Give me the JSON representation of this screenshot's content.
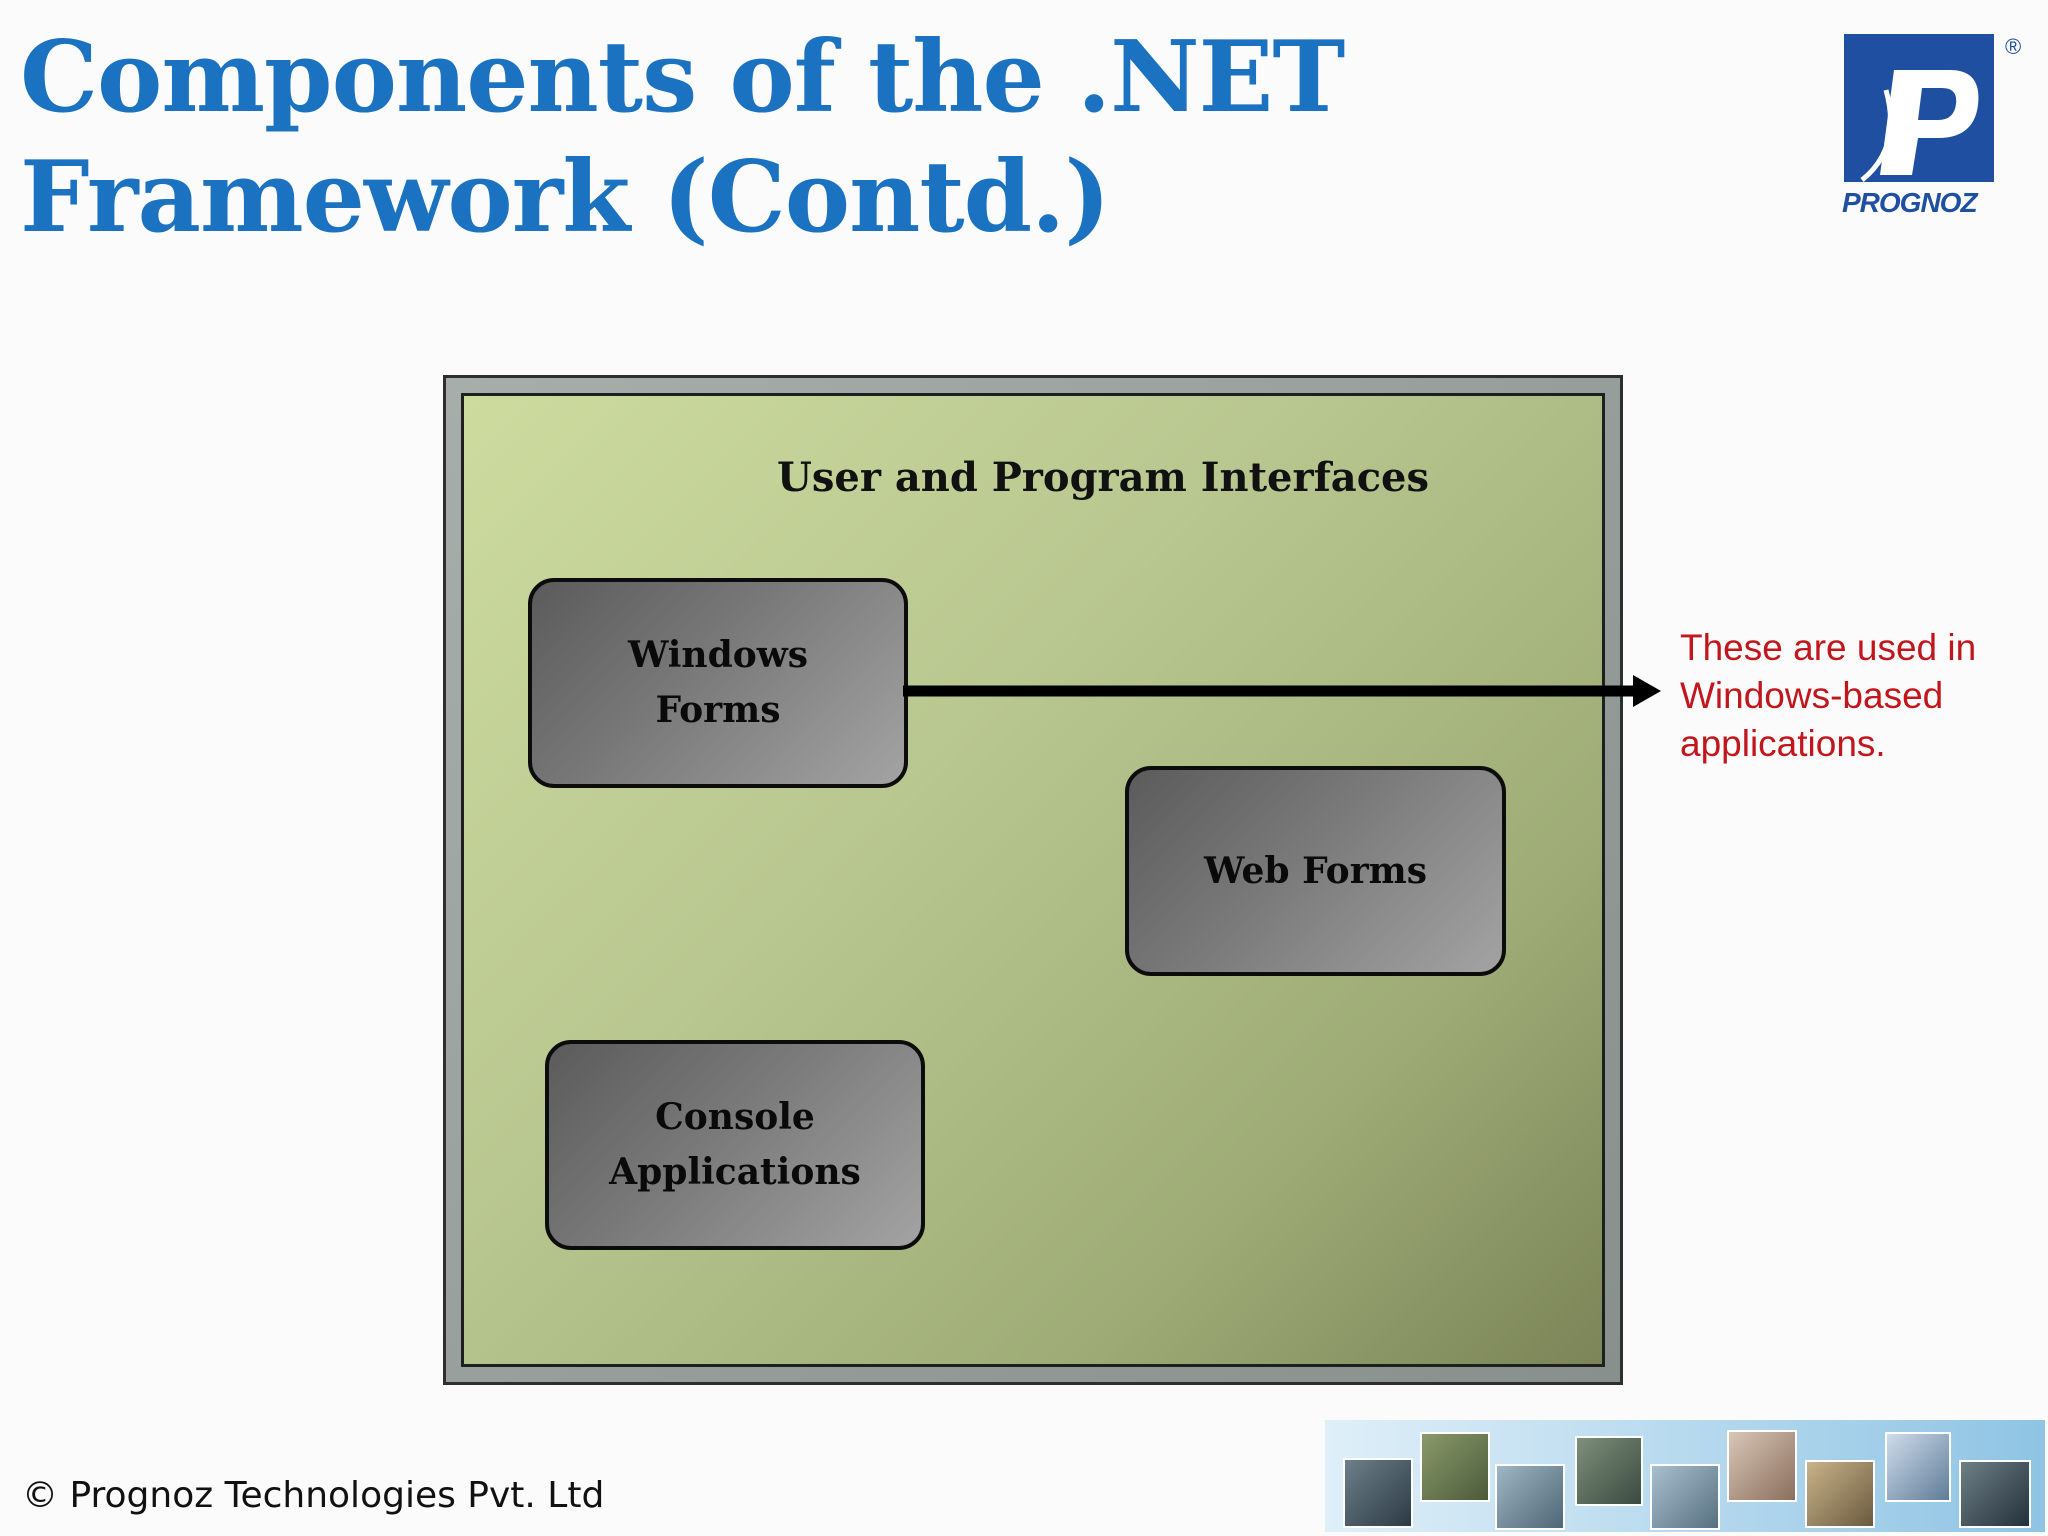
{
  "slide": {
    "title_line1": "Components of the .NET",
    "title_line2": "Framework (Contd.)"
  },
  "logo": {
    "wordmark": "PROGNOZ",
    "letter": "P",
    "registered_mark": "®",
    "colors": {
      "blue": "#1f4fa0",
      "white": "#ffffff"
    }
  },
  "diagram": {
    "heading": "User and Program Interfaces",
    "boxes": {
      "windows_forms": {
        "line1": "Windows",
        "line2": "Forms"
      },
      "web_forms": {
        "line1": "Web Forms"
      },
      "console_applications": {
        "line1": "Console",
        "line2": "Applications"
      }
    },
    "colors": {
      "panel": "#b8c78f",
      "box": "#7a7a7a",
      "border": "#0c0c0c"
    }
  },
  "annotation": {
    "line1": "These are used in",
    "line2": "Windows-based",
    "line3": "applications.",
    "color": "#c0161c"
  },
  "footer": {
    "copyright": "© Prognoz Technologies Pvt. Ltd"
  },
  "theme": {
    "title_color": "#1a72c0"
  }
}
